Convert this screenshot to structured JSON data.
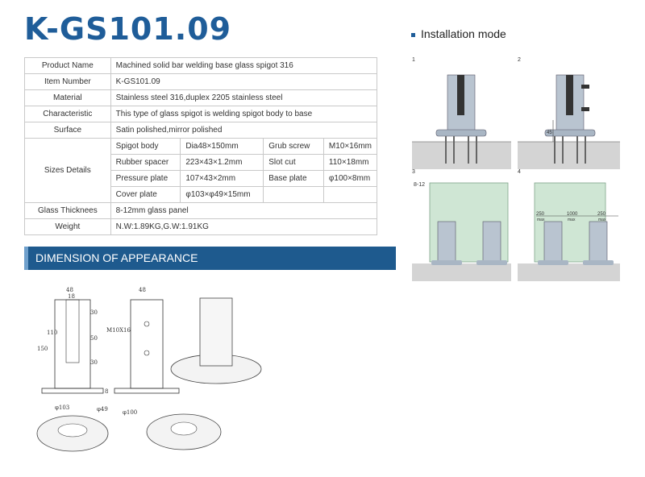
{
  "title": "K-GS101.09",
  "installation_heading": "Installation mode",
  "spec": {
    "product_name": {
      "label": "Product Name",
      "value": "Machined solid bar welding base glass spigot 316"
    },
    "item_number": {
      "label": "Item Number",
      "value": "K-GS101.09"
    },
    "material": {
      "label": "Material",
      "value": "Stainless steel 316,duplex 2205 stainless steel"
    },
    "characteristic": {
      "label": "Characteristic",
      "value": "This type of glass spigot is welding spigot body to base"
    },
    "surface": {
      "label": "Surface",
      "value": "Satin polished,mirror polished"
    },
    "sizes": {
      "label": "Sizes Details",
      "rows": [
        {
          "k1": "Spigot body",
          "v1": "Dia48×150mm",
          "k2": "Grub screw",
          "v2": "M10×16mm"
        },
        {
          "k1": "Rubber spacer",
          "v1": "223×43×1.2mm",
          "k2": "Slot cut",
          "v2": "110×18mm"
        },
        {
          "k1": "Pressure plate",
          "v1": "107×43×2mm",
          "k2": "Base plate",
          "v2": "φ100×8mm"
        },
        {
          "k1": "Cover plate",
          "v1": "φ103×φ49×15mm",
          "k2": "",
          "v2": ""
        }
      ]
    },
    "glass_thickness": {
      "label": "Glass Thicknees",
      "value": "8-12mm glass panel"
    },
    "weight": {
      "label": "Weight",
      "value": "N.W:1.89KG,G.W:1.91KG"
    }
  },
  "dimension_heading": "DIMENSION OF APPEARANCE",
  "drawing_labels": {
    "d48a": "48",
    "d18": "18",
    "d110": "110",
    "d150": "150",
    "d30a": "30",
    "d50": "50",
    "d30b": "30",
    "d8": "8",
    "d48b": "48",
    "screw": "M10X16",
    "d103": "φ103",
    "d49": "φ49",
    "d100": "φ100"
  },
  "install_labels": {
    "step1": "1",
    "step2": "2",
    "step3": "3",
    "step4": "4",
    "d45": "45",
    "glass": "8-12",
    "s250a": "250",
    "s1000": "1000",
    "s250b": "250",
    "max1": "max",
    "max2": "max",
    "max3": "max"
  }
}
